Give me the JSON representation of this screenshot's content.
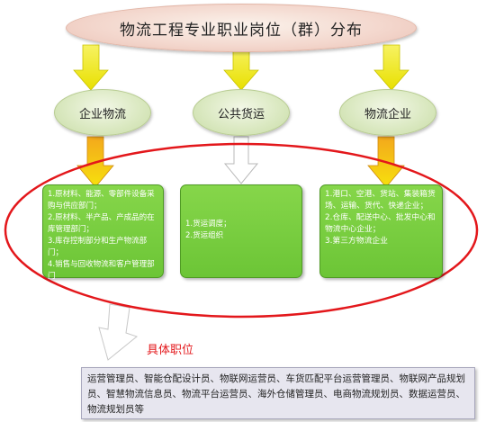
{
  "title": "物流工程专业职业岗位（群）分布",
  "categories": [
    {
      "label": "企业物流",
      "items": [
        "1.原材料、能源、零部件设备采购与供应部门；",
        "2.原材料、半产品、产成品的在库管理部门；",
        "3.库存控制部分和生产物流部门；",
        "4.销售与回收物流和客户管理部门"
      ]
    },
    {
      "label": "公共货运",
      "items": [
        "1.货运调度；",
        "2.货运组织"
      ]
    },
    {
      "label": "物流企业",
      "items": [
        "1.港口、空港、货站、集装箱货场、运输、货代、快递企业；",
        "2.仓库、配送中心、批发中心和物流中心企业；",
        "3.第三方物流企业"
      ]
    }
  ],
  "jobs_label": "具体职位",
  "jobs_text": "运营管理员、智能仓配设计员、物联网运营员、车货匹配平台运营管理员、物联网产品规划员、智慧物流信息员、物流平台运营员、海外仓储管理员、电商物流规划员、数据运营员、物流规划员等",
  "colors": {
    "arrow_yellow": "#f2ec12",
    "arrow_white": "#ffffff",
    "arrow_orange": "#f3a81c",
    "box_green": "#6cc536",
    "highlight_ring": "#e3171b",
    "jobs_box": "#e7e6ef"
  }
}
